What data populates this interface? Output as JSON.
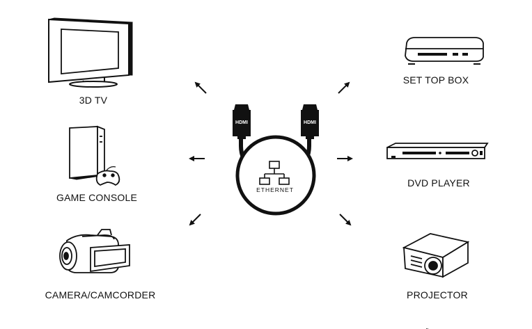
{
  "devices": {
    "tv": {
      "label": "3D TV",
      "icon": "3d-tv-icon"
    },
    "console": {
      "label": "GAME CONSOLE",
      "icon": "game-console-icon"
    },
    "camera": {
      "label": "CAMERA/CAMCORDER",
      "icon": "camcorder-icon"
    },
    "settop": {
      "label": "SET TOP BOX",
      "icon": "set-top-box-icon"
    },
    "dvd": {
      "label": "DVD PLAYER",
      "icon": "dvd-player-icon"
    },
    "projector": {
      "label": "PROJECTOR",
      "icon": "projector-icon"
    }
  },
  "cable": {
    "left_plug_text": "HDMI",
    "right_plug_text": "HDMI",
    "ethernet_text": "ETHERNET",
    "icon": "hdmi-cable-icon"
  },
  "colors": {
    "line": "#111111",
    "background": "#ffffff"
  }
}
